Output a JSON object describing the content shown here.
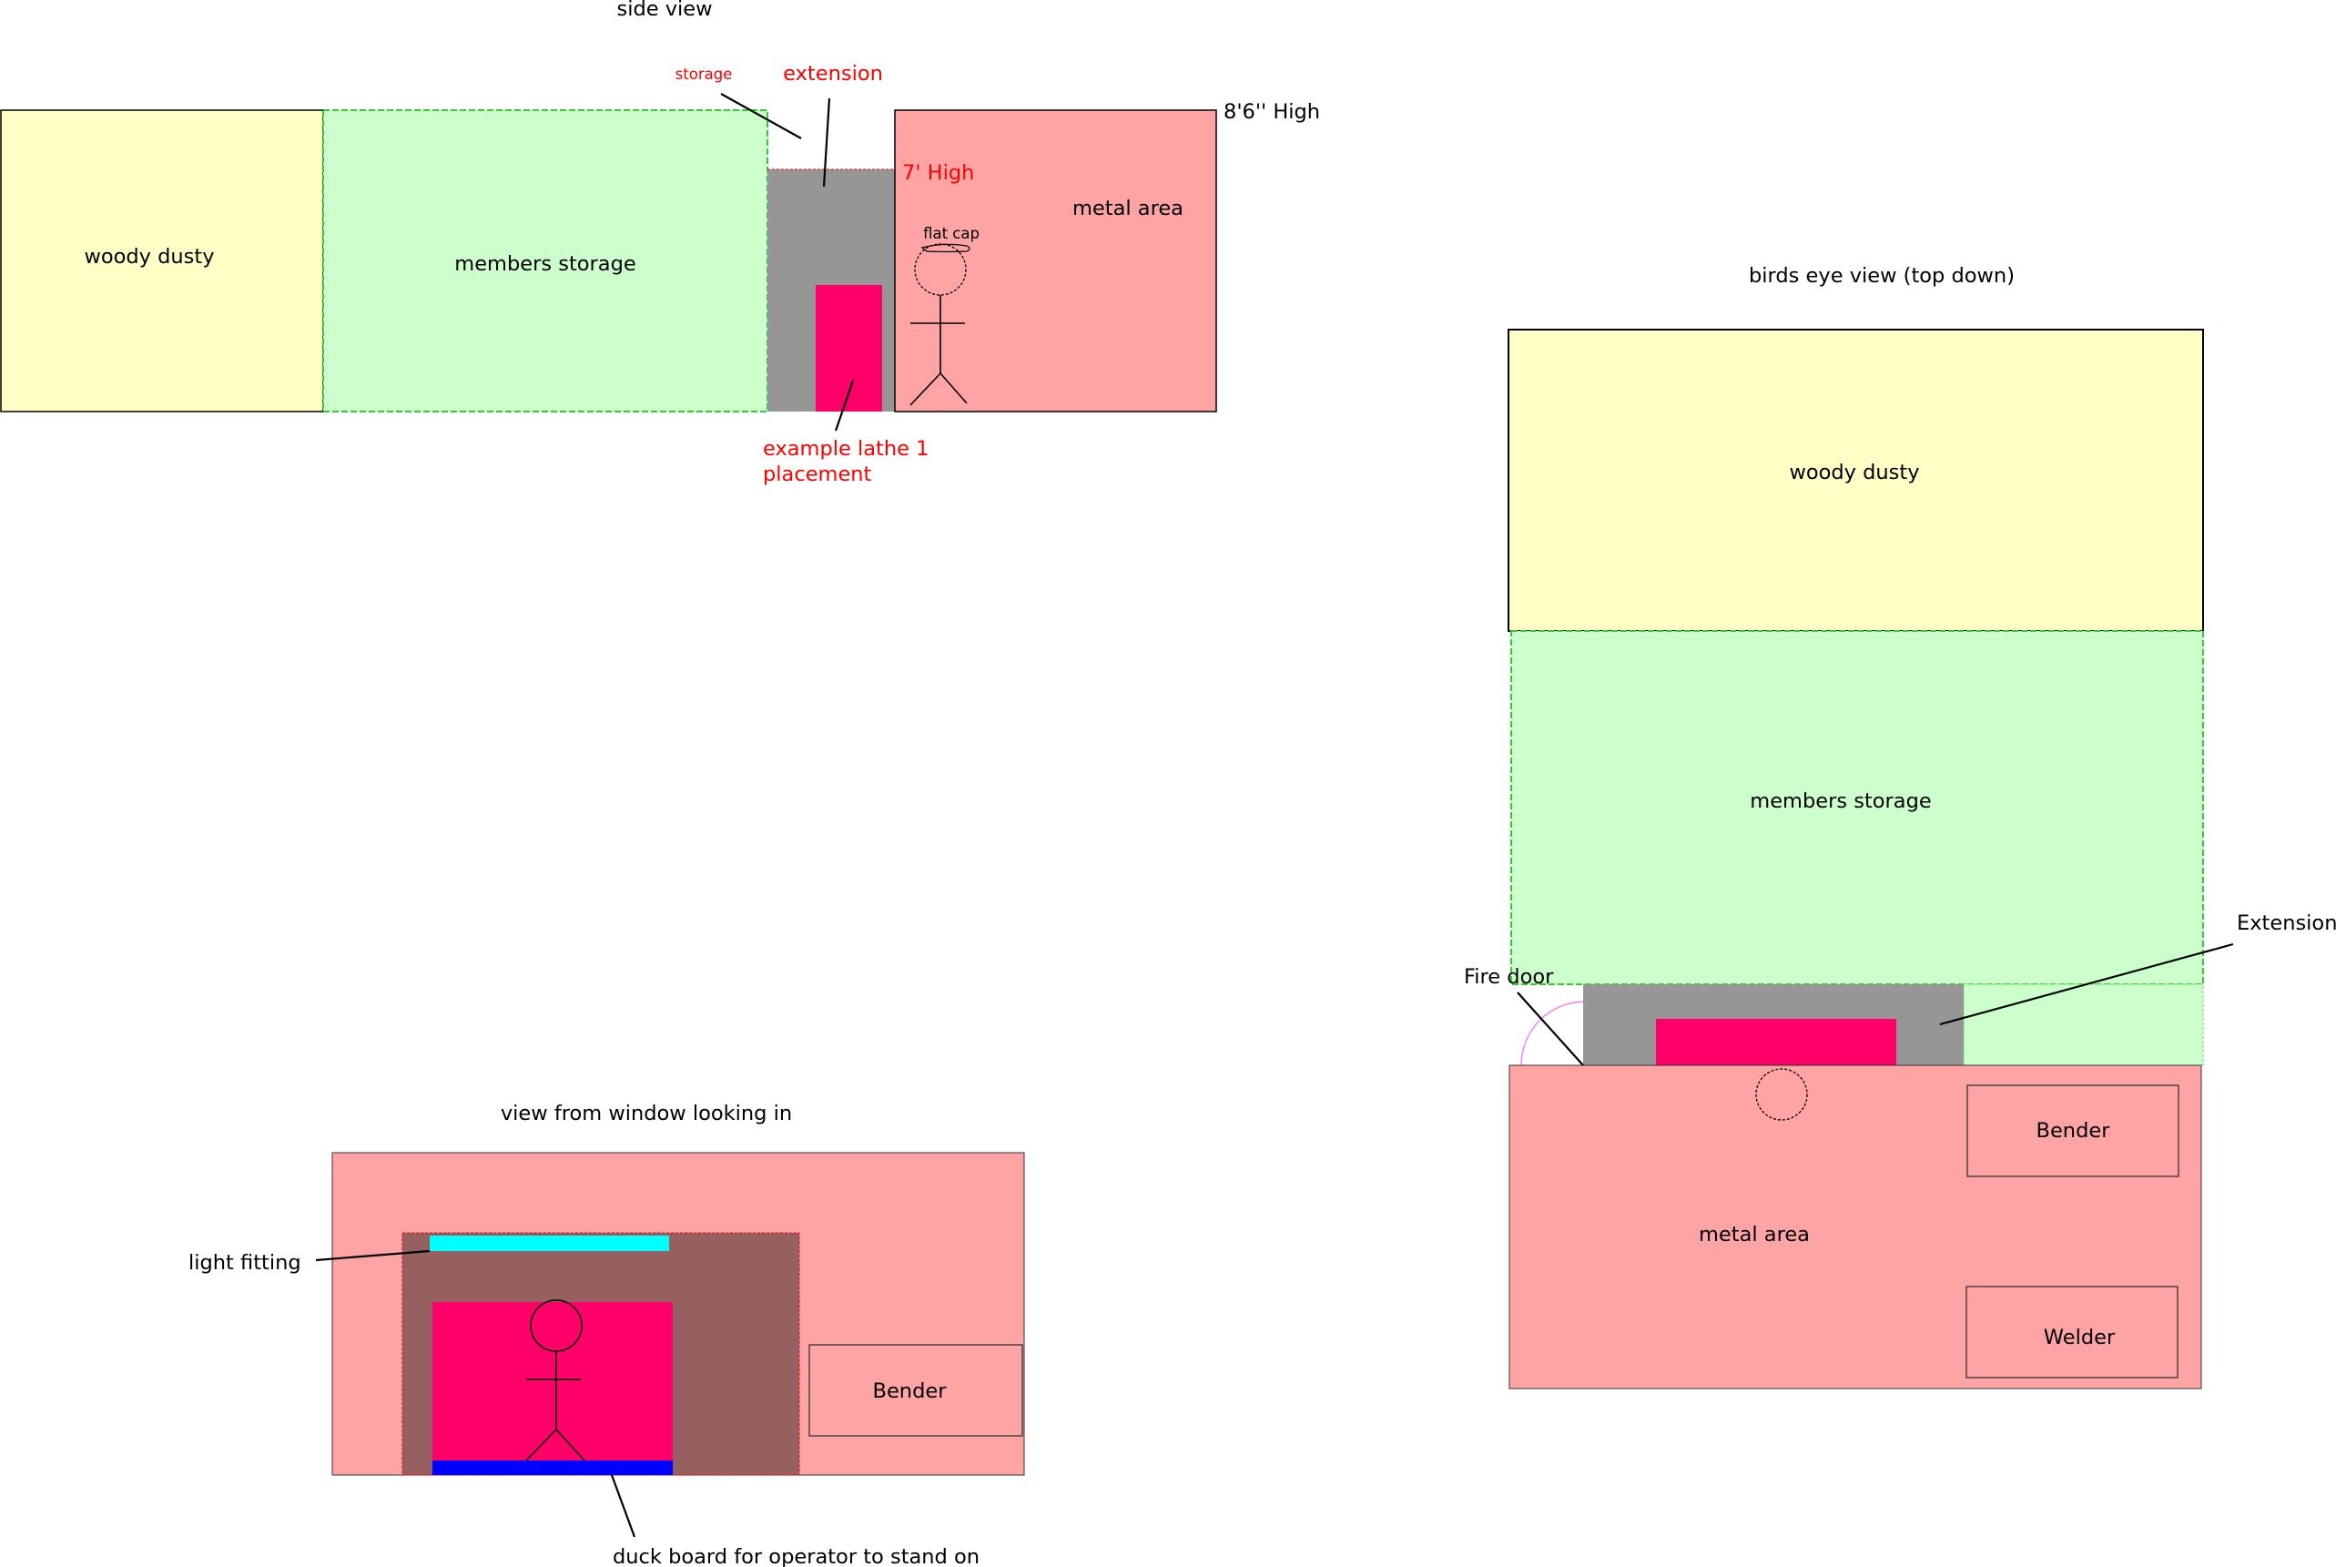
{
  "colors": {
    "woody_dusty": "#ffffc6",
    "members_storage": "#ccffcc",
    "members_storage_border": "#33cc33",
    "metal_area": "#ffa4a4",
    "extension_grey": "#969696",
    "lathe_pink": "#ff0068",
    "brown_enclosure": "#976060",
    "light_fitting": "#00ffff",
    "duck_board": "#0000ff",
    "red_annotation": "#ff0000",
    "fire_door_arc": "#ff66ff"
  },
  "side_view": {
    "title": "side view",
    "woody_dusty": "woody dusty",
    "members_storage": "members storage",
    "metal_area": "metal area",
    "storage": "storage",
    "extension": "extension",
    "metal_height": "8'6'' High",
    "extension_height": "7' High",
    "flat_cap": "flat cap",
    "lathe_note_line1": "example lathe 1",
    "lathe_note_line2": "placement"
  },
  "birds_eye_view": {
    "title": "birds eye view (top down)",
    "woody_dusty": "woody dusty",
    "members_storage": "members storage",
    "extension": "Extension",
    "fire_door": "Fire door",
    "metal_area": "metal area",
    "bender": "Bender",
    "welder": "Welder"
  },
  "window_view": {
    "title": "view from window looking in",
    "light_fitting": "light fitting",
    "bender": "Bender",
    "duck_board": "duck board for operator to stand on"
  }
}
